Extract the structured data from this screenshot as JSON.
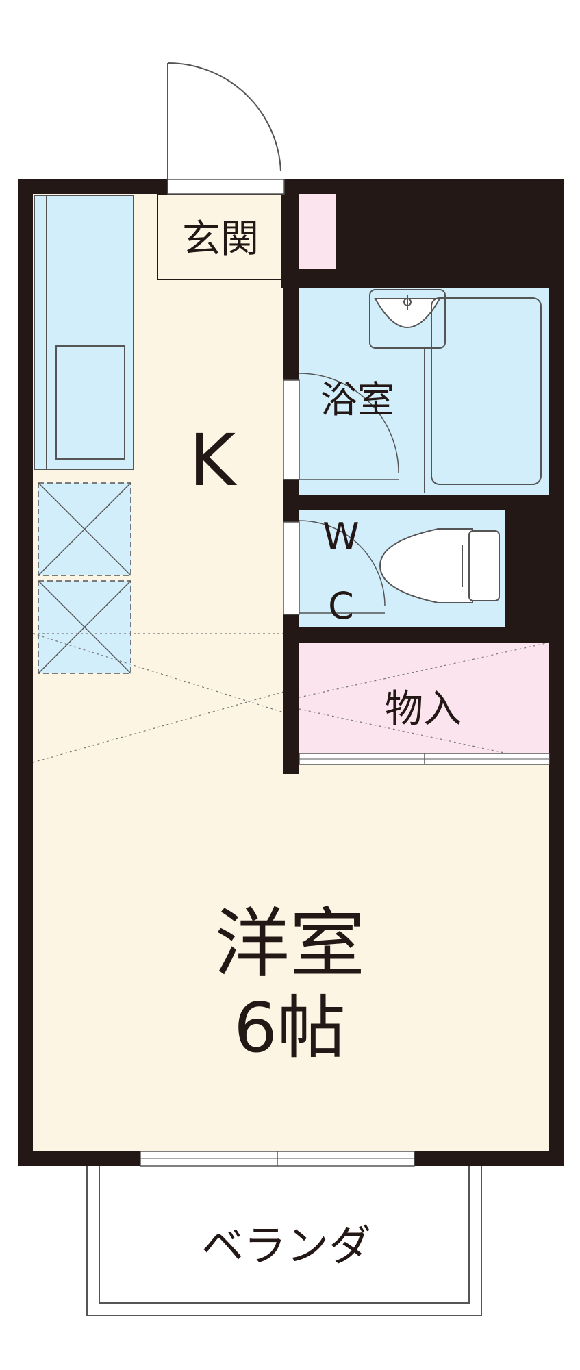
{
  "rooms": {
    "entrance": "玄関",
    "kitchen": "K",
    "bath": "浴室",
    "wc_w": "W",
    "wc_c": "C",
    "storage": "物入",
    "western_room": "洋室",
    "western_room_size": "6帖",
    "veranda": "ベランダ"
  },
  "colors": {
    "wall": "#231815",
    "floor": "#fdf5e4",
    "wet_area": "#d3eefb",
    "storage": "#fbe4ee",
    "line": "#555555"
  }
}
